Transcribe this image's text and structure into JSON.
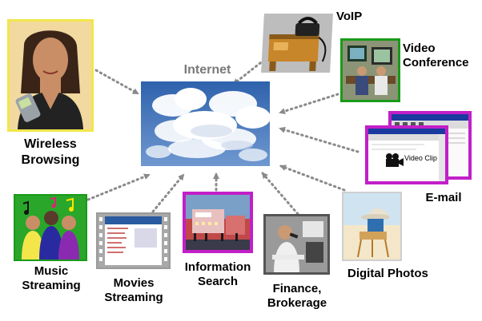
{
  "hub": {
    "label": "Internet"
  },
  "nodes": {
    "wireless": {
      "line1": "Wireless",
      "line2": "Browsing",
      "frame_color": "#f2e64a"
    },
    "voip": {
      "label": "VoIP"
    },
    "video_conf": {
      "line1": "Video",
      "line2": "Conference",
      "frame_color": "#1a9a1a"
    },
    "email": {
      "label": "E-mail",
      "clip_label": "Video Clip",
      "frame_color": "#c21fc8"
    },
    "digital_photos": {
      "label": "Digital Photos"
    },
    "finance": {
      "line1": "Finance,",
      "line2": "Brokerage"
    },
    "info_search": {
      "line1": "Information",
      "line2": "Search",
      "frame_color": "#c21fc8"
    },
    "movies": {
      "line1": "Movies",
      "line2": "Streaming"
    },
    "music": {
      "line1": "Music",
      "line2": "Streaming",
      "frame_color": "#1a9a1a"
    }
  },
  "colors": {
    "arrow": "#8a8a8a",
    "hub_label": "#7a7a7a",
    "sky": "#3d6fb8"
  }
}
